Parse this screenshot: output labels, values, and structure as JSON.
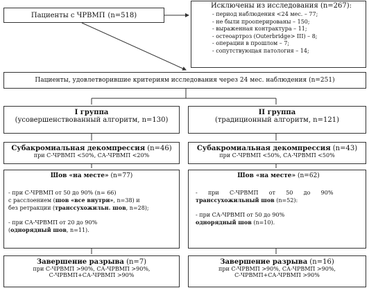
{
  "patients_box": {
    "label": "Пациенты с ЧРВМП",
    "count": "(n=518)"
  },
  "exclusion": {
    "title": "Исключены из исследования",
    "count": "(n=267):",
    "items": [
      "- период наблюдения <24 мес. – 77;",
      "- не были прооперированы – 150;",
      "- выраженная контрактура – 11;",
      "- остеоартроз (Outerbridge> III) – 8;",
      "- операции в прошлом – 7;",
      "- сопутствующая патология – 14;"
    ]
  },
  "criteria_box": {
    "text": "Пациенты, удовлетворившие критериям исследования через 24 мес. наблюдения (n=251)"
  },
  "group1": {
    "title": "I группа",
    "subtitle": "(усовершенствованный алгоритм, n=130)",
    "decompression": {
      "title": "Субакромиальная декомпрессия",
      "count": "(n=46)",
      "criteria": "при С-ЧРВМП <50%, СА-ЧРВМП <20%"
    },
    "suture": {
      "title": "Шов «на месте»",
      "count": "(n=77)",
      "line1": "- при С-ЧРВМП от 50 до 90% (n= 66)",
      "line2a": "с расслоением (",
      "line2b": "шов «все внутри»",
      "line2c": ", n=38) и",
      "line3a": "без ретракции (",
      "line3b": "транссухожильн. шов",
      "line3c": ", n=28);",
      "line4": "- при СА-ЧРВМП от 20 до 90%",
      "line5a": "однорядный шов",
      "line5b": ", n=11)."
    },
    "completion": {
      "title": "Завершение разрыва",
      "count": "(n=7)",
      "line1": "при С-ЧРВМП >90%, СА-ЧРВМП >90%,",
      "line2": "С-ЧРВМП+СА-ЧРВМП >90%"
    }
  },
  "group2": {
    "title": "II группа",
    "subtitle": "(традиционный алгоритм, n=121)",
    "decompression": {
      "title": "Субакромиальная декомпрессия",
      "count": "(n=43)",
      "criteria": "при С-ЧРВМП <50%, СА-ЧРВМП <50%"
    },
    "suture": {
      "title": "Шов «на месте»",
      "count": "(n=62)",
      "line1": "-      при      С-ЧРВМП      от      50      до      90%",
      "line2a": "транссухожильный шов",
      "line2b": " (n=52):",
      "line3": "- при СА-ЧРВМП от 50 до 90%",
      "line4a": "однорядный шов",
      "line4b": " (n=10)."
    },
    "completion": {
      "title": "Завершение разрыва",
      "count": "(n=16)",
      "line1": "при С-ЧРВМП >90%, СА-ЧРВМП >90%,",
      "line2": "С-ЧРВМП+СА-ЧРВМП >90%"
    }
  }
}
